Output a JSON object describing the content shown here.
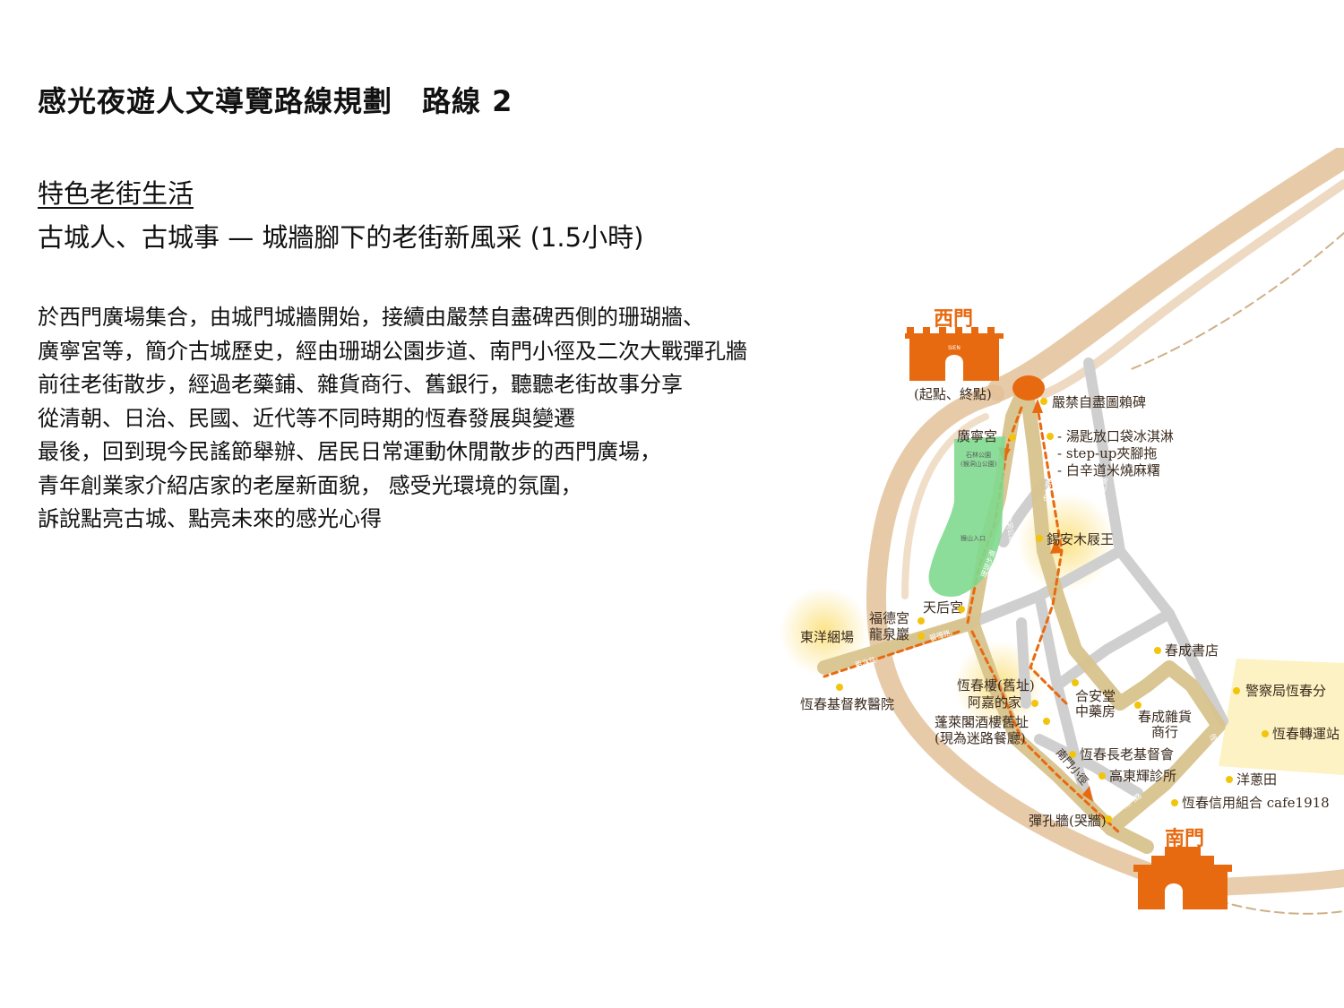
{
  "header": {
    "title": "感光夜遊人文導覽路線規劃　路線 2",
    "subtitle": "特色老街生活",
    "route_name": "古城人、古城事 — 城牆腳下的老街新風采 (1.5小時)"
  },
  "description": [
    "於西門廣場集合，由城門城牆開始，接續由嚴禁自盡碑西側的珊瑚牆、",
    "廣寧宮等，簡介古城歷史，經由珊瑚公園步道、南門小徑及二次大戰彈孔牆",
    "前往老街散步，經過老藥鋪、雜貨商行、舊銀行，聽聽老街故事分享",
    "從清朝、日治、民國、近代等不同時期的恆春發展與變遷",
    "最後，回到現今民謠節舉辦、居民日常運動休閒散步的西門廣場，",
    "青年創業家介紹店家的老屋新面貌， 感受光環境的氛圍，",
    "訴說點亮古城、點亮未來的感光心得"
  ],
  "map": {
    "colors": {
      "accent": "#e86a10",
      "wall": "#e3c29a",
      "road": "#cfcfcf",
      "park": "#7fd98f",
      "glow": "#fbe07a",
      "dot": "#f2c40c",
      "route_band": "#d9c48e"
    },
    "gates": {
      "west": {
        "name": "西門",
        "note": "(起點、終點)",
        "sign": "SIEN"
      },
      "south": {
        "name": "南門"
      }
    },
    "park": {
      "name": "石林公園",
      "alt_name": "(猴洞山公園)",
      "entrance": "猴山入口"
    },
    "roads": [
      "中山路",
      "中正路",
      "猴洞公園步道",
      "珊瑚步道",
      "福德路",
      "西北路",
      "恆南路",
      "恆東路",
      "南門路"
    ],
    "labels": {
      "yanjin": "嚴禁自盡圖賴碑",
      "guangning": "廣寧宮",
      "shops": [
        "- 湯匙放口袋冰淇淋",
        "- step-up夾腳拖",
        "- 白辛道米燒麻糬"
      ],
      "xian": "錫安木屐王",
      "tianhou": "天后宮",
      "fude": "福德宮",
      "longquan": "龍泉巖",
      "dongyang": "東洋綑場",
      "hospital": "恆春基督教醫院",
      "hengchun_lou": "恆春樓(舊址)",
      "ajia": "阿嘉的家",
      "penglai": "蓬萊閣酒樓舊址",
      "penglai_note": "(現為迷路餐廳)",
      "hean1": "合安堂",
      "hean2": "中藥房",
      "chuncheng_shop1": "春成雜貨",
      "chuncheng_shop2": "商行",
      "chuncheng_book": "春成書店",
      "police": "警察局恆春分",
      "transfer": "恆春轉運站",
      "elder_church": "恆春長老基督會",
      "gao_clinic": "高東輝診所",
      "onion": "洋蔥田",
      "credit": "恆春信用組合 cafe1918",
      "bullet_wall": "彈孔牆(哭牆)",
      "south_path": "南門小徑"
    }
  }
}
